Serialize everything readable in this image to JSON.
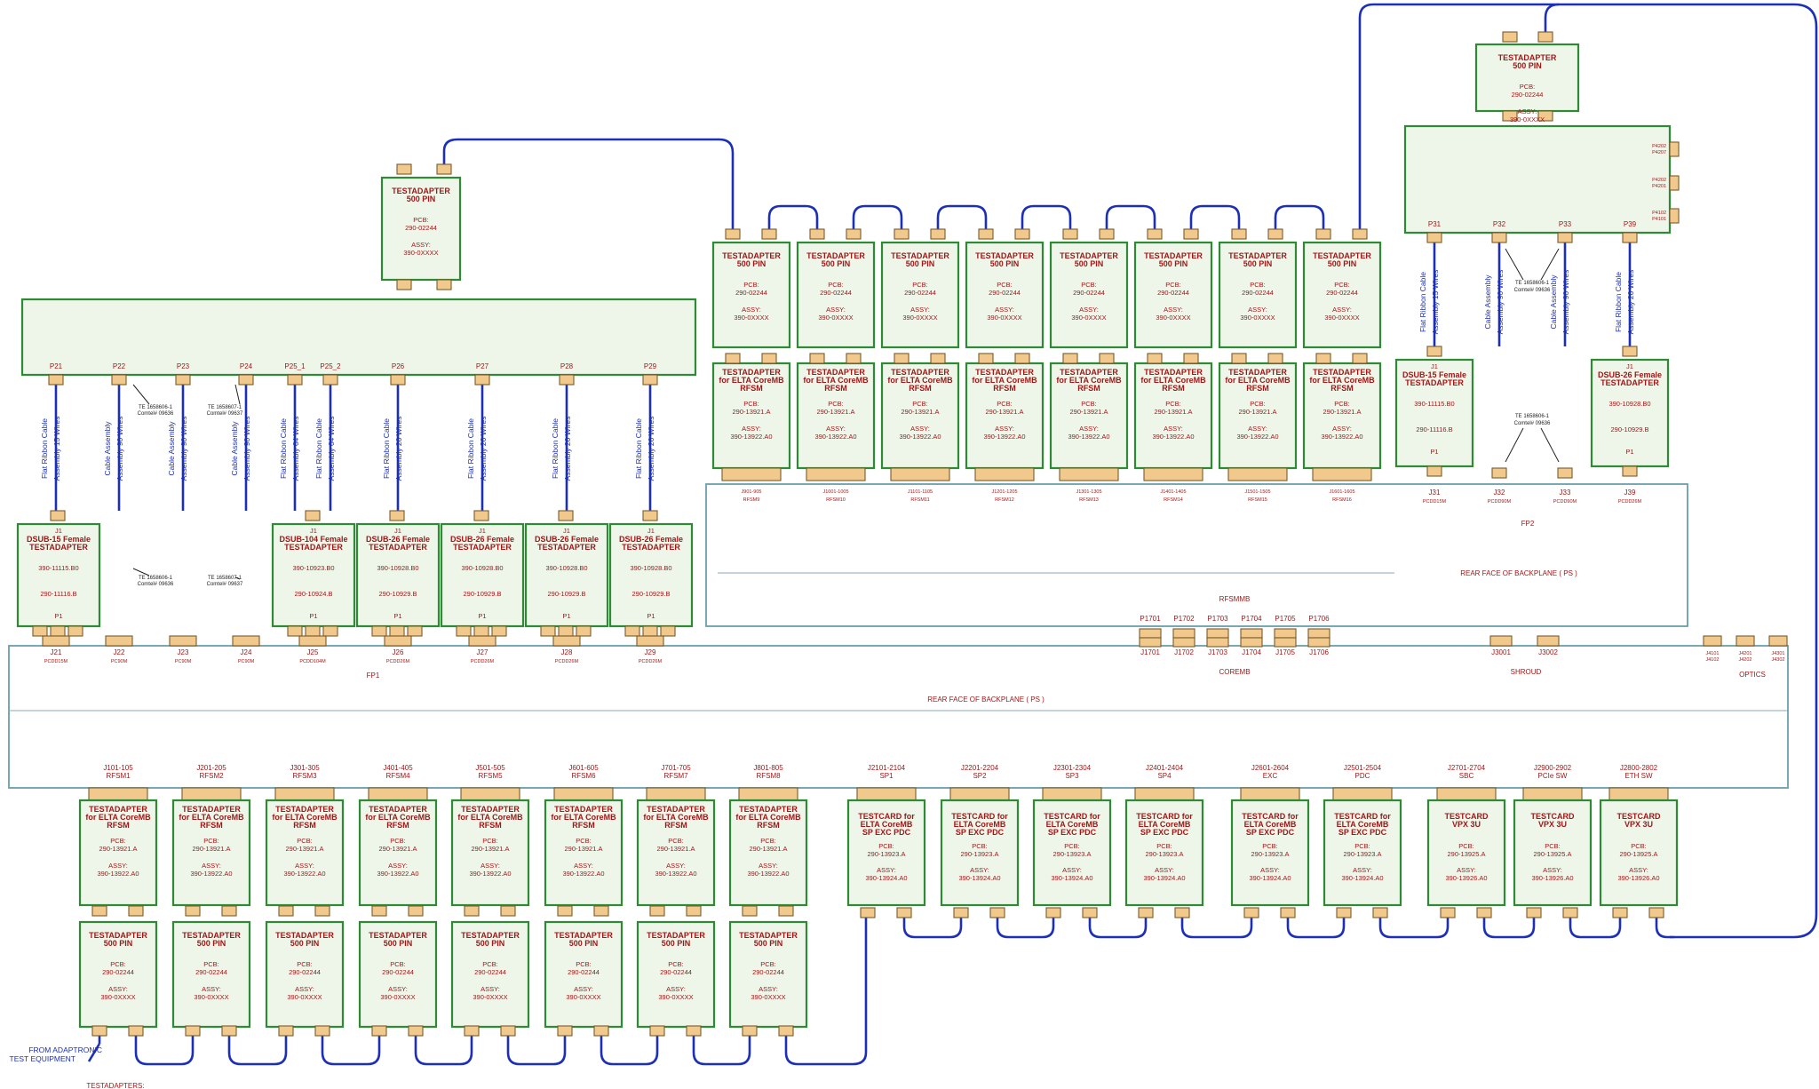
{
  "labels": {
    "rear_face": "REAR FACE OF BACKPLANE ( PS )",
    "from_adaptronic_1": "FROM ADAPTRONIC",
    "from_adaptronic_2": "TEST EQUIPMENT",
    "testadapters": "TESTADAPTERS:",
    "rfsmmb": "RFSMMB",
    "coremb": "COREMB",
    "shroud": "SHROUD",
    "optics": "OPTICS",
    "fp1": "FP1",
    "fp2": "FP2"
  },
  "adapter500": {
    "l1": "TESTADAPTER",
    "l2": "500 PIN",
    "pcb_label": "PCB:",
    "pcb": "290-02244",
    "assy_label": "ASSY:",
    "assy": "390-0XXXX"
  },
  "rfsm": {
    "l1": "TESTADAPTER",
    "l2": "for ELTA CoreMB",
    "l3": "RFSM",
    "pcb_label": "PCB:",
    "pcb": "290-13921.A",
    "assy_label": "ASSY:",
    "assy": "390-13922.A0"
  },
  "fp1": {
    "top_ports": [
      "P21",
      "P22",
      "P23",
      "P24",
      "P25_1",
      "P25_2",
      "P26",
      "P27",
      "P28",
      "P29"
    ],
    "bottom_ports": [
      "J21",
      "J22",
      "J23",
      "J24",
      "J25",
      "J26",
      "J27",
      "J28",
      "J29"
    ],
    "bottom_subs": [
      "PCDD15M",
      "PC90M",
      "PC90M",
      "PC90M",
      "PCDD104M",
      "PCDD26M",
      "PCDD26M",
      "PCDD26M",
      "PCDD26M"
    ],
    "cables": [
      {
        "l1": "Flat Ribbon Cable",
        "l2": "Assembly 15 Wires"
      },
      {
        "l1": "Cable Assembly",
        "l2": "Assembly 90 Wires"
      },
      {
        "l1": "Cable Assembly",
        "l2": "Assembly 90 Wires"
      },
      {
        "l1": "Cable Assembly",
        "l2": "Assembly 90 Wires"
      },
      {
        "l1": "Flat Ribbon Cable",
        "l2": "Assembly 64 Wires"
      },
      {
        "l1": "Flat Ribbon Cable",
        "l2": "Assembly 64 Wires"
      },
      {
        "l1": "Flat Ribbon Cable",
        "l2": "Assembly 26 Wires"
      },
      {
        "l1": "Flat Ribbon Cable",
        "l2": "Assembly 26 Wires"
      },
      {
        "l1": "Flat Ribbon Cable",
        "l2": "Assembly 26 Wires"
      },
      {
        "l1": "Flat Ribbon Cable",
        "l2": "Assembly 26 Wires"
      }
    ],
    "te_notes": [
      {
        "a": "TE 1658606-1",
        "b": "Comtel# 09636"
      },
      {
        "a": "TE 1658607-1",
        "b": "Comtel# 09637"
      },
      {
        "a": "TE 1658606-1",
        "b": "Comtel# 09636"
      },
      {
        "a": "TE 1658607-1",
        "b": "Comtel# 09637"
      }
    ],
    "dsub": [
      {
        "j": "J1",
        "t1": "DSUB-15 Female",
        "t2": "TESTADAPTER",
        "assy": "390-11115.B0",
        "pcb": "290-11116.B",
        "p": "P1"
      },
      {
        "j": "J1",
        "t1": "DSUB-104 Female",
        "t2": "TESTADAPTER",
        "assy": "390-10923.B0",
        "pcb": "290-10924.B",
        "p": "P1"
      },
      {
        "j": "J1",
        "t1": "DSUB-26 Female",
        "t2": "TESTADAPTER",
        "assy": "390-10928.B0",
        "pcb": "290-10929.B",
        "p": "P1"
      },
      {
        "j": "J1",
        "t1": "DSUB-26 Female",
        "t2": "TESTADAPTER",
        "assy": "390-10928.B0",
        "pcb": "290-10929.B",
        "p": "P1"
      },
      {
        "j": "J1",
        "t1": "DSUB-26 Female",
        "t2": "TESTADAPTER",
        "assy": "390-10928.B0",
        "pcb": "290-10929.B",
        "p": "P1"
      },
      {
        "j": "J1",
        "t1": "DSUB-26 Female",
        "t2": "TESTADAPTER",
        "assy": "390-10928.B0",
        "pcb": "290-10929.B",
        "p": "P1"
      }
    ]
  },
  "rfsm_upper_labels": [
    {
      "a": "J901-905",
      "b": "RFSM9"
    },
    {
      "a": "J1001-1005",
      "b": "RFSM10"
    },
    {
      "a": "J1101-1105",
      "b": "RFSM11"
    },
    {
      "a": "J1201-1205",
      "b": "RFSM12"
    },
    {
      "a": "J1301-1305",
      "b": "RFSM13"
    },
    {
      "a": "J1401-1405",
      "b": "RFSM14"
    },
    {
      "a": "J1501-1505",
      "b": "RFSM15"
    },
    {
      "a": "J1601-1605",
      "b": "RFSM16"
    }
  ],
  "fp2": {
    "top_ports": [
      "P31",
      "P32",
      "P33",
      "P39"
    ],
    "side_ports": [
      {
        "a": "P4202",
        "b": "P4207"
      },
      {
        "a": "P4202",
        "b": "P4201"
      },
      {
        "a": "P4102",
        "b": "P4101"
      }
    ],
    "bottom_ports": [
      {
        "a": "J31",
        "b": "PCDD15M"
      },
      {
        "a": "J32",
        "b": "PCDD90M"
      },
      {
        "a": "J33",
        "b": "PCDD90M"
      },
      {
        "a": "J39",
        "b": "PCDD26M"
      }
    ],
    "cables": [
      {
        "l1": "Flat Ribbon Cable",
        "l2": "Assembly 15 Wires"
      },
      {
        "l1": "Cable Assembly",
        "l2": "Assembly 90 Wires"
      },
      {
        "l1": "Cable Assembly",
        "l2": "Assembly 90 Wires"
      },
      {
        "l1": "Flat Ribbon Cable",
        "l2": "Assembly 26 Wires"
      }
    ],
    "te_notes": [
      {
        "a": "TE 1658606-1",
        "b": "Comtel# 09636"
      },
      {
        "a": "TE 1658606-1",
        "b": "Comtel# 09636"
      }
    ],
    "dsub": [
      {
        "j": "J1",
        "t1": "DSUB-15 Female",
        "t2": "TESTADAPTER",
        "assy": "390-11115.B0",
        "pcb": "290-11116.B",
        "p": "P1"
      },
      {
        "j": "J1",
        "t1": "DSUB-26 Female",
        "t2": "TESTADAPTER",
        "assy": "390-10928.B0",
        "pcb": "290-10929.B",
        "p": "P1"
      }
    ]
  },
  "rfsmmb_ports": [
    "P1701",
    "P1702",
    "P1703",
    "P1704",
    "P1705",
    "P1706"
  ],
  "coremb_ports": [
    "J1701",
    "J1702",
    "J1703",
    "J1704",
    "J1705",
    "J1706"
  ],
  "shroud_ports": [
    "J3001",
    "J3002"
  ],
  "optics_ports": [
    {
      "a": "J4101",
      "b": "J4102"
    },
    {
      "a": "J4201",
      "b": "J4202"
    },
    {
      "a": "J4301",
      "b": "J4302"
    }
  ],
  "lower_rfsm_labels": [
    {
      "a": "J101-105",
      "b": "RFSM1"
    },
    {
      "a": "J201-205",
      "b": "RFSM2"
    },
    {
      "a": "J301-305",
      "b": "RFSM3"
    },
    {
      "a": "J401-405",
      "b": "RFSM4"
    },
    {
      "a": "J501-505",
      "b": "RFSM5"
    },
    {
      "a": "J601-605",
      "b": "RFSM6"
    },
    {
      "a": "J701-705",
      "b": "RFSM7"
    },
    {
      "a": "J801-805",
      "b": "RFSM8"
    }
  ],
  "testcards": [
    {
      "a": "J2101-2104",
      "b": "SP1",
      "t1": "TESTCARD for",
      "t2": "ELTA CoreMB",
      "t3": "SP EXC PDC",
      "pcb": "290-13923.A",
      "assy": "390-13924.A0"
    },
    {
      "a": "J2201-2204",
      "b": "SP2",
      "t1": "TESTCARD for",
      "t2": "ELTA CoreMB",
      "t3": "SP EXC PDC",
      "pcb": "290-13923.A",
      "assy": "390-13924.A0"
    },
    {
      "a": "J2301-2304",
      "b": "SP3",
      "t1": "TESTCARD for",
      "t2": "ELTA CoreMB",
      "t3": "SP EXC PDC",
      "pcb": "290-13923.A",
      "assy": "390-13924.A0"
    },
    {
      "a": "J2401-2404",
      "b": "SP4",
      "t1": "TESTCARD for",
      "t2": "ELTA CoreMB",
      "t3": "SP EXC PDC",
      "pcb": "290-13923.A",
      "assy": "390-13924.A0"
    },
    {
      "a": "J2601-2604",
      "b": "EXC",
      "t1": "TESTCARD for",
      "t2": "ELTA CoreMB",
      "t3": "SP EXC PDC",
      "pcb": "290-13923.A",
      "assy": "390-13924.A0"
    },
    {
      "a": "J2501-2504",
      "b": "PDC",
      "t1": "TESTCARD for",
      "t2": "ELTA CoreMB",
      "t3": "SP EXC PDC",
      "pcb": "290-13923.A",
      "assy": "390-13924.A0"
    },
    {
      "a": "J2701-2704",
      "b": "SBC",
      "t1": "TESTCARD",
      "t2": "VPX 3U",
      "t3": "",
      "pcb": "290-13925.A",
      "assy": "390-13926.A0"
    },
    {
      "a": "J2900-2902",
      "b": "PCIe SW",
      "t1": "TESTCARD",
      "t2": "VPX 3U",
      "t3": "",
      "pcb": "290-13925.A",
      "assy": "390-13926.A0"
    },
    {
      "a": "J2800-2802",
      "b": "ETH SW",
      "t1": "TESTCARD",
      "t2": "VPX 3U",
      "t3": "",
      "pcb": "290-13925.A",
      "assy": "390-13926.A0"
    }
  ],
  "colors": {
    "box_border": "#2f8a35",
    "box_fill": "#eef6ea",
    "cable": "#1c2fb8",
    "text": "#a01818",
    "connector": "#f2c98c",
    "backplane": "#6a9faa"
  }
}
